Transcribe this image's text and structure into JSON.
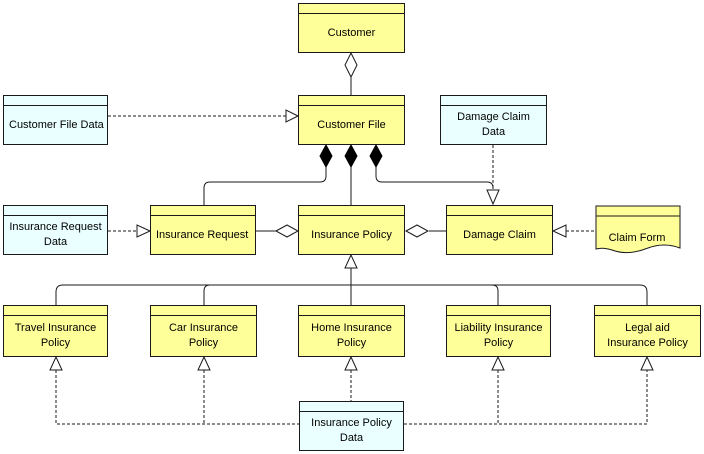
{
  "colors": {
    "entity_fill": "#ffff99",
    "data_fill": "#eaffff",
    "stroke": "#1a1a1a"
  },
  "nodes": {
    "customer": "Customer",
    "customer_file": "Customer File",
    "customer_file_data": "Customer File Data",
    "damage_claim_data_line1": "Damage Claim",
    "damage_claim_data_line2": "Data",
    "insurance_request_data_line1": "Insurance Request",
    "insurance_request_data_line2": "Data",
    "insurance_request": "Insurance Request",
    "insurance_policy": "Insurance Policy",
    "damage_claim": "Damage Claim",
    "claim_form": "Claim Form",
    "travel_policy_line1": "Travel Insurance",
    "travel_policy_line2": "Policy",
    "car_policy_line1": "Car Insurance",
    "car_policy_line2": "Policy",
    "home_policy_line1": "Home Insurance",
    "home_policy_line2": "Policy",
    "liability_policy_line1": "Liability Insurance",
    "liability_policy_line2": "Policy",
    "legal_policy_line1": "Legal aid",
    "legal_policy_line2": "Insurance Policy",
    "policy_data_line1": "Insurance Policy",
    "policy_data_line2": "Data"
  }
}
